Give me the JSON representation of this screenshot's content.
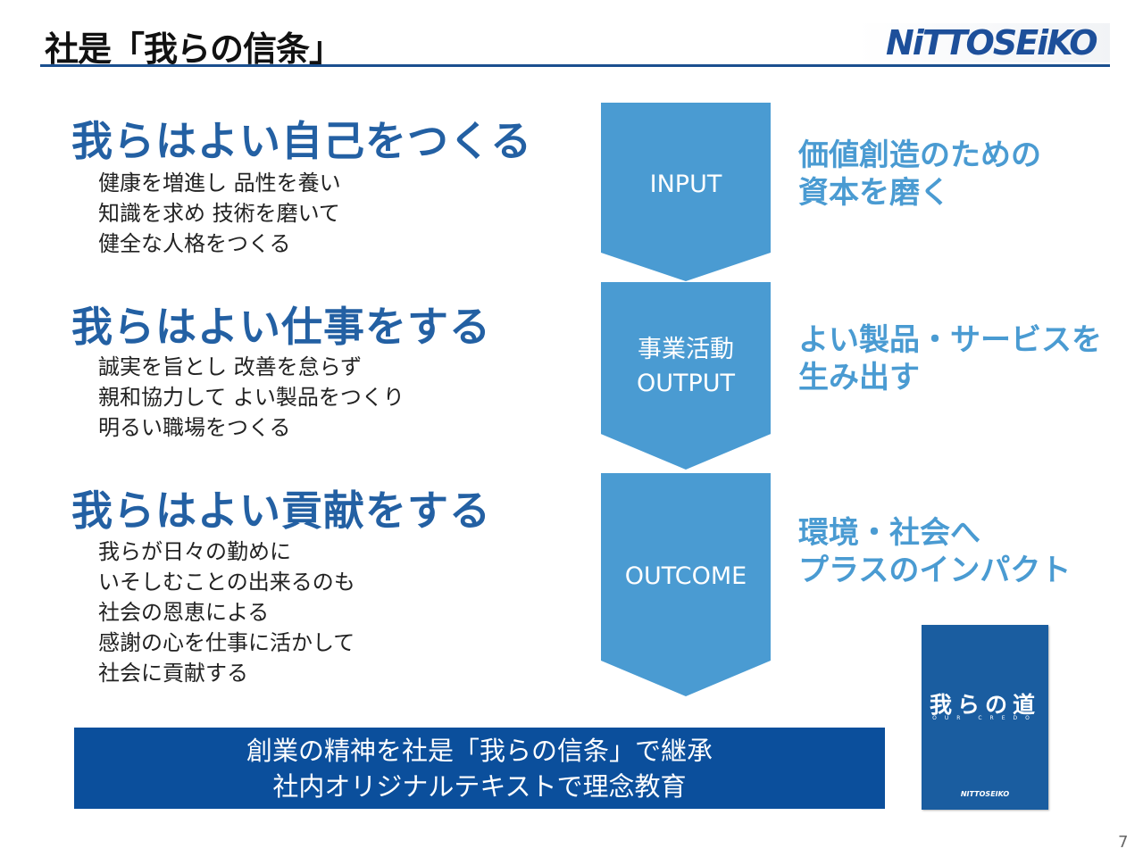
{
  "header": {
    "title": "社是「我らの信条」",
    "logo_text": "NiTTOSEiKO"
  },
  "sections": [
    {
      "heading": "我らはよい自己をつくる",
      "lines": [
        "健康を増進し 品性を養い",
        "知識を求め 技術を磨いて",
        "健全な人格をつくる"
      ]
    },
    {
      "heading": "我らはよい仕事をする",
      "lines": [
        "誠実を旨とし 改善を怠らず",
        "親和協力して よい製品をつくり",
        "明るい職場をつくる"
      ]
    },
    {
      "heading": "我らはよい貢献をする",
      "lines": [
        "我らが日々の勤めに",
        "いそしむことの出来るのも",
        "社会の恩恵による",
        "感謝の心を仕事に活かして",
        "社会に貢献する"
      ]
    }
  ],
  "flow": [
    {
      "labels": [
        "INPUT"
      ],
      "description": [
        "価値創造のための",
        "資本を磨く"
      ]
    },
    {
      "labels": [
        "事業活動",
        "OUTPUT"
      ],
      "description": [
        "よい製品・サービスを",
        "生み出す"
      ]
    },
    {
      "labels": [
        "OUTCOME"
      ],
      "description": [
        "環境・社会へ",
        "プラスのインパクト"
      ]
    }
  ],
  "banner": {
    "line1": "創業の精神を社是「我らの信条」で継承",
    "line2": "社内オリジナルテキストで理念教育"
  },
  "book": {
    "title": "我らの道",
    "subtitle": "OUR CREDO",
    "brand": "NITTOSEIKO"
  },
  "page_number": "7",
  "colors": {
    "heading_blue": "#2360a3",
    "arrow_blue": "#4a9bd2",
    "banner_navy": "#0b4f9c",
    "rule_navy": "#1a4f8f"
  }
}
